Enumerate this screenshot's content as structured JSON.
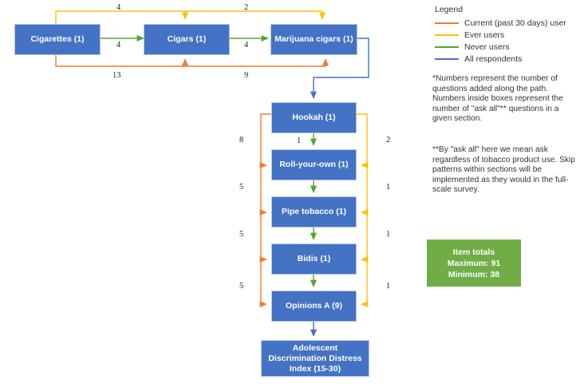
{
  "colors": {
    "node_fill": "#4472C4",
    "node_border": "#B4C6E7",
    "current_user": "#ED7D31",
    "ever_user": "#FFC000",
    "never_user": "#4EA72E",
    "all_respondents": "#4472C4",
    "totals_box": "#70AD47"
  },
  "nodes": {
    "cigarettes": "Cigarettes (1)",
    "cigars": "Cigars (1)",
    "marijuana_cigars": "Marijuana cigars (1)",
    "hookah": "Hookah (1)",
    "roll_your_own": "Roll-your-own (1)",
    "pipe_tobacco": "Pipe tobacco (1)",
    "bidis": "Bidis (1)",
    "opinions_a": "Opinions A (9)",
    "adolescent_index": "Adolescent Discrimination Distress Index (15-30)"
  },
  "edge_labels": {
    "top_yellow_left": "4",
    "top_yellow_right": "2",
    "green_cig_to_cigars": "4",
    "green_cigars_to_mj": "4",
    "bottom_orange_left": "13",
    "bottom_orange_right": "9",
    "hookah_to_ryo": "1",
    "orange_8": "8",
    "orange_5a": "5",
    "orange_5b": "5",
    "orange_5c": "5",
    "yellow_2": "2",
    "yellow_1a": "1",
    "yellow_1b": "1",
    "yellow_1c": "1"
  },
  "legend": {
    "title": "Legend",
    "items": [
      {
        "label": "Current (past 30 days) user",
        "color": "#ED7D31"
      },
      {
        "label": "Ever users",
        "color": "#FFC000"
      },
      {
        "label": "Never users",
        "color": "#4EA72E"
      },
      {
        "label": "All respondents",
        "color": "#4472C4"
      }
    ]
  },
  "notes": {
    "note1": "*Numbers represent the number of questions added along the path. Numbers inside boxes represent the number of \"ask all\"** questions in a given section.",
    "note2": "**By \"ask all\" here we mean ask regardless of tobacco product use. Skip patterns within sections will be implemented as they would in the full-scale survey."
  },
  "item_totals": {
    "title": "Item totals",
    "maximum": "Maximum: 91",
    "minimum": "Minimum: 38"
  }
}
